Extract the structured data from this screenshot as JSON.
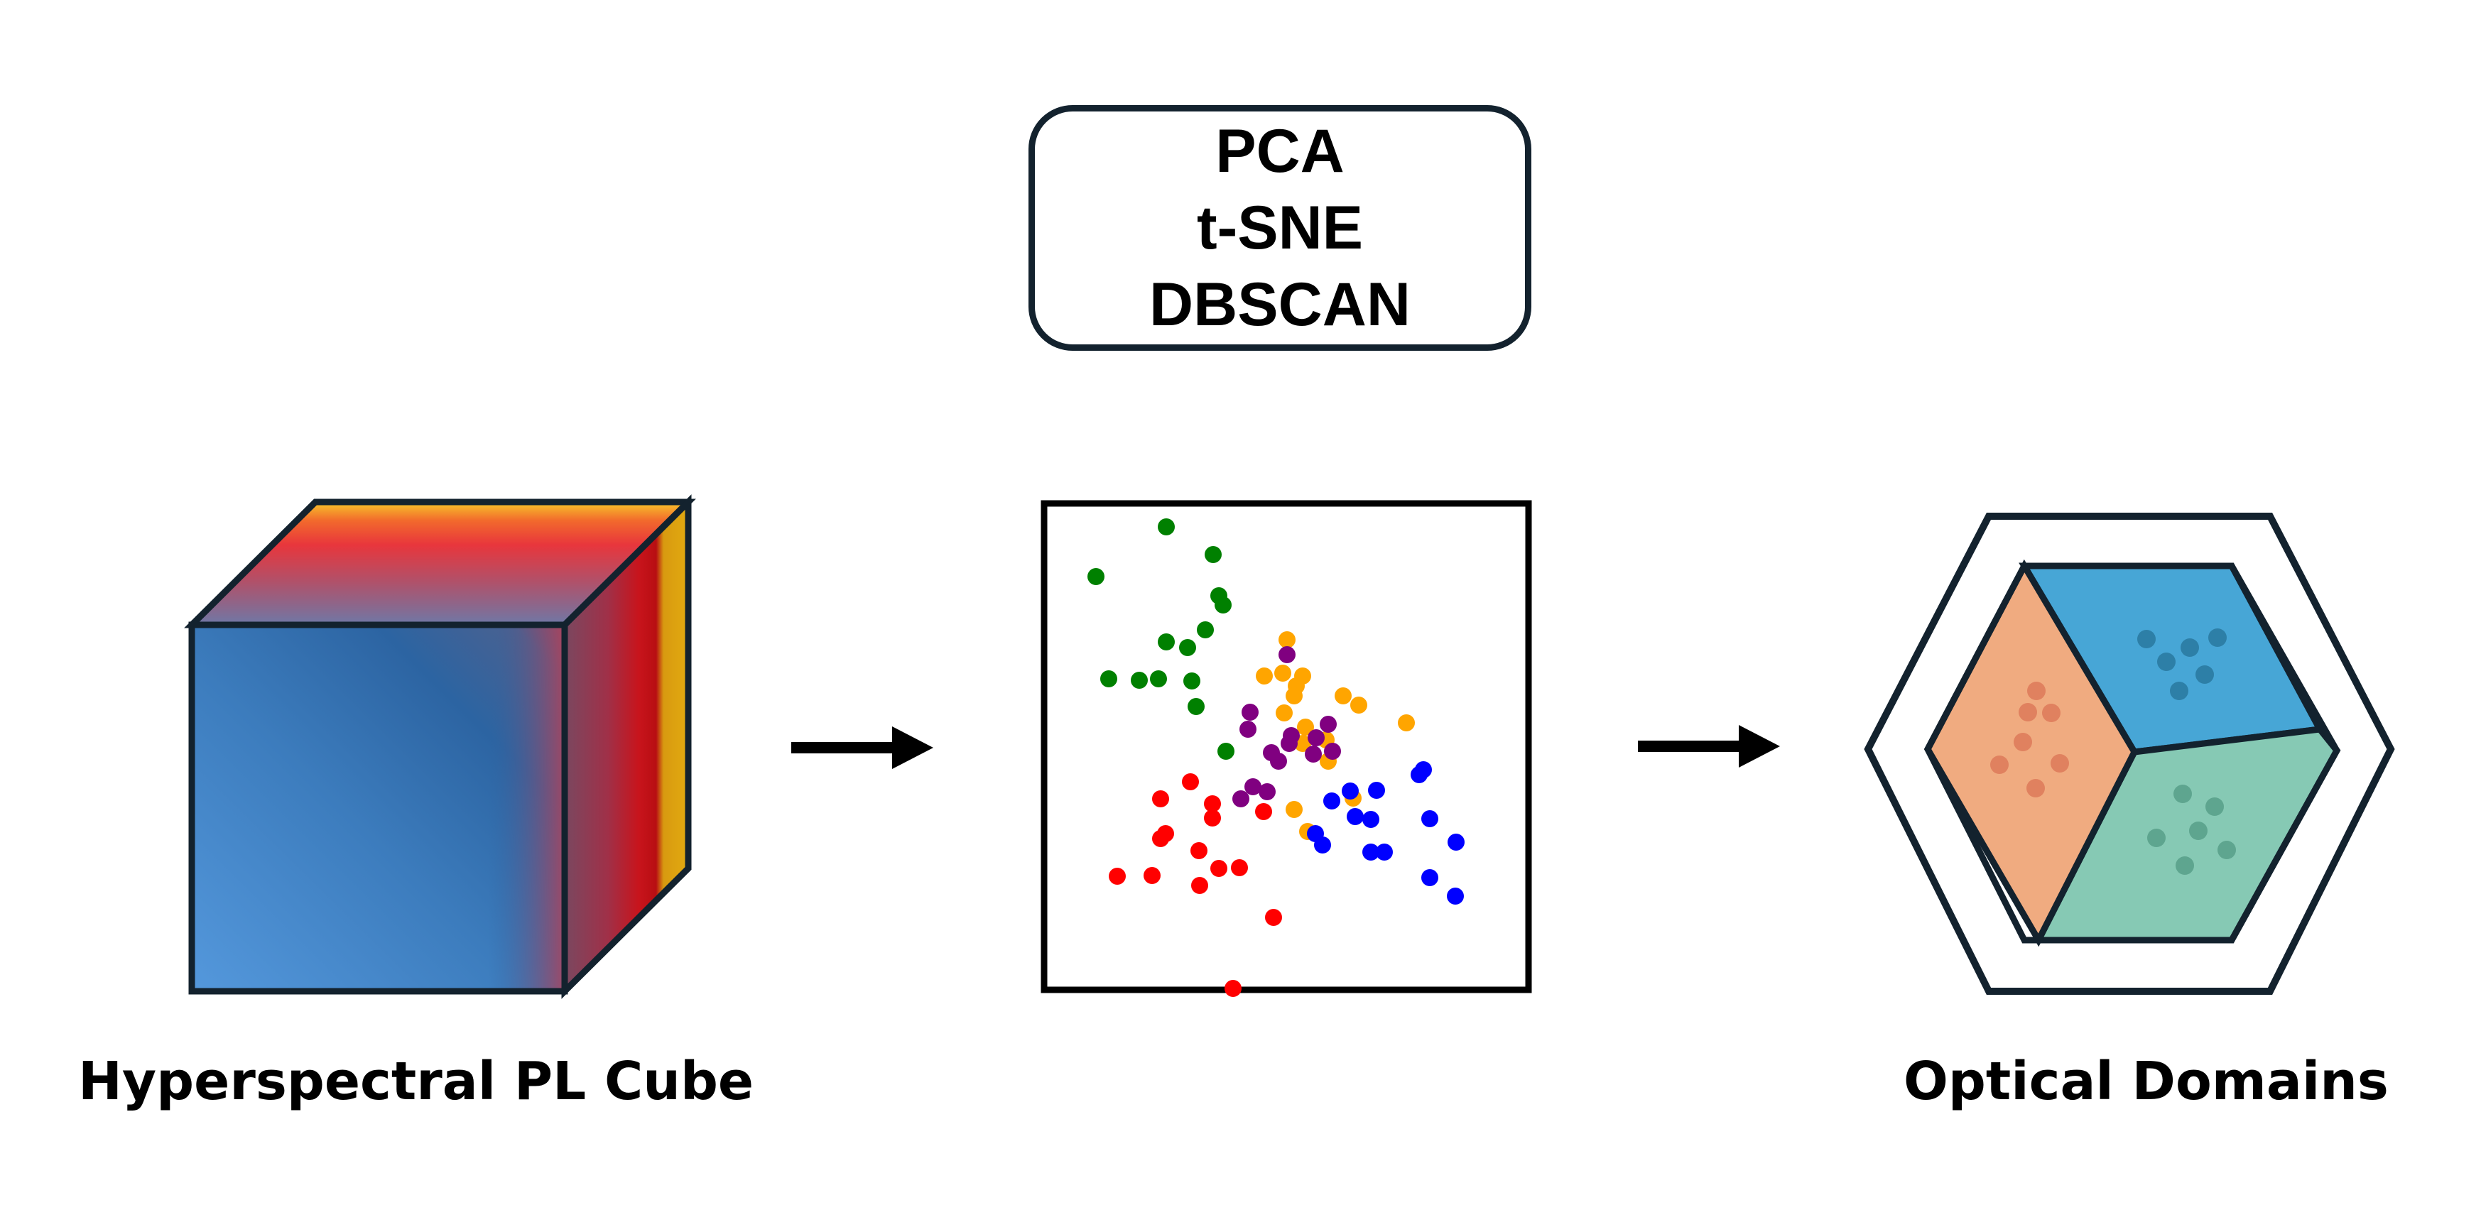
{
  "methods": [
    "PCA",
    "t-SNE",
    "DBSCAN"
  ],
  "captions": {
    "input": "Hyperspectral PL Cube",
    "output": "Optical Domains"
  },
  "colors": {
    "outline": "#13222e",
    "cube_blue": "#4f94d8",
    "cube_red": "#e8202a",
    "cube_yellow": "#f5c324",
    "domain_blue": "#47a6d6",
    "domain_orange": "#f0ab80",
    "domain_green": "#86c9b4"
  },
  "cluster_colors": {
    "green": "#008000",
    "orange": "#ffa500",
    "purple": "#800080",
    "red": "#ff0000",
    "blue": "#0000ff"
  }
}
